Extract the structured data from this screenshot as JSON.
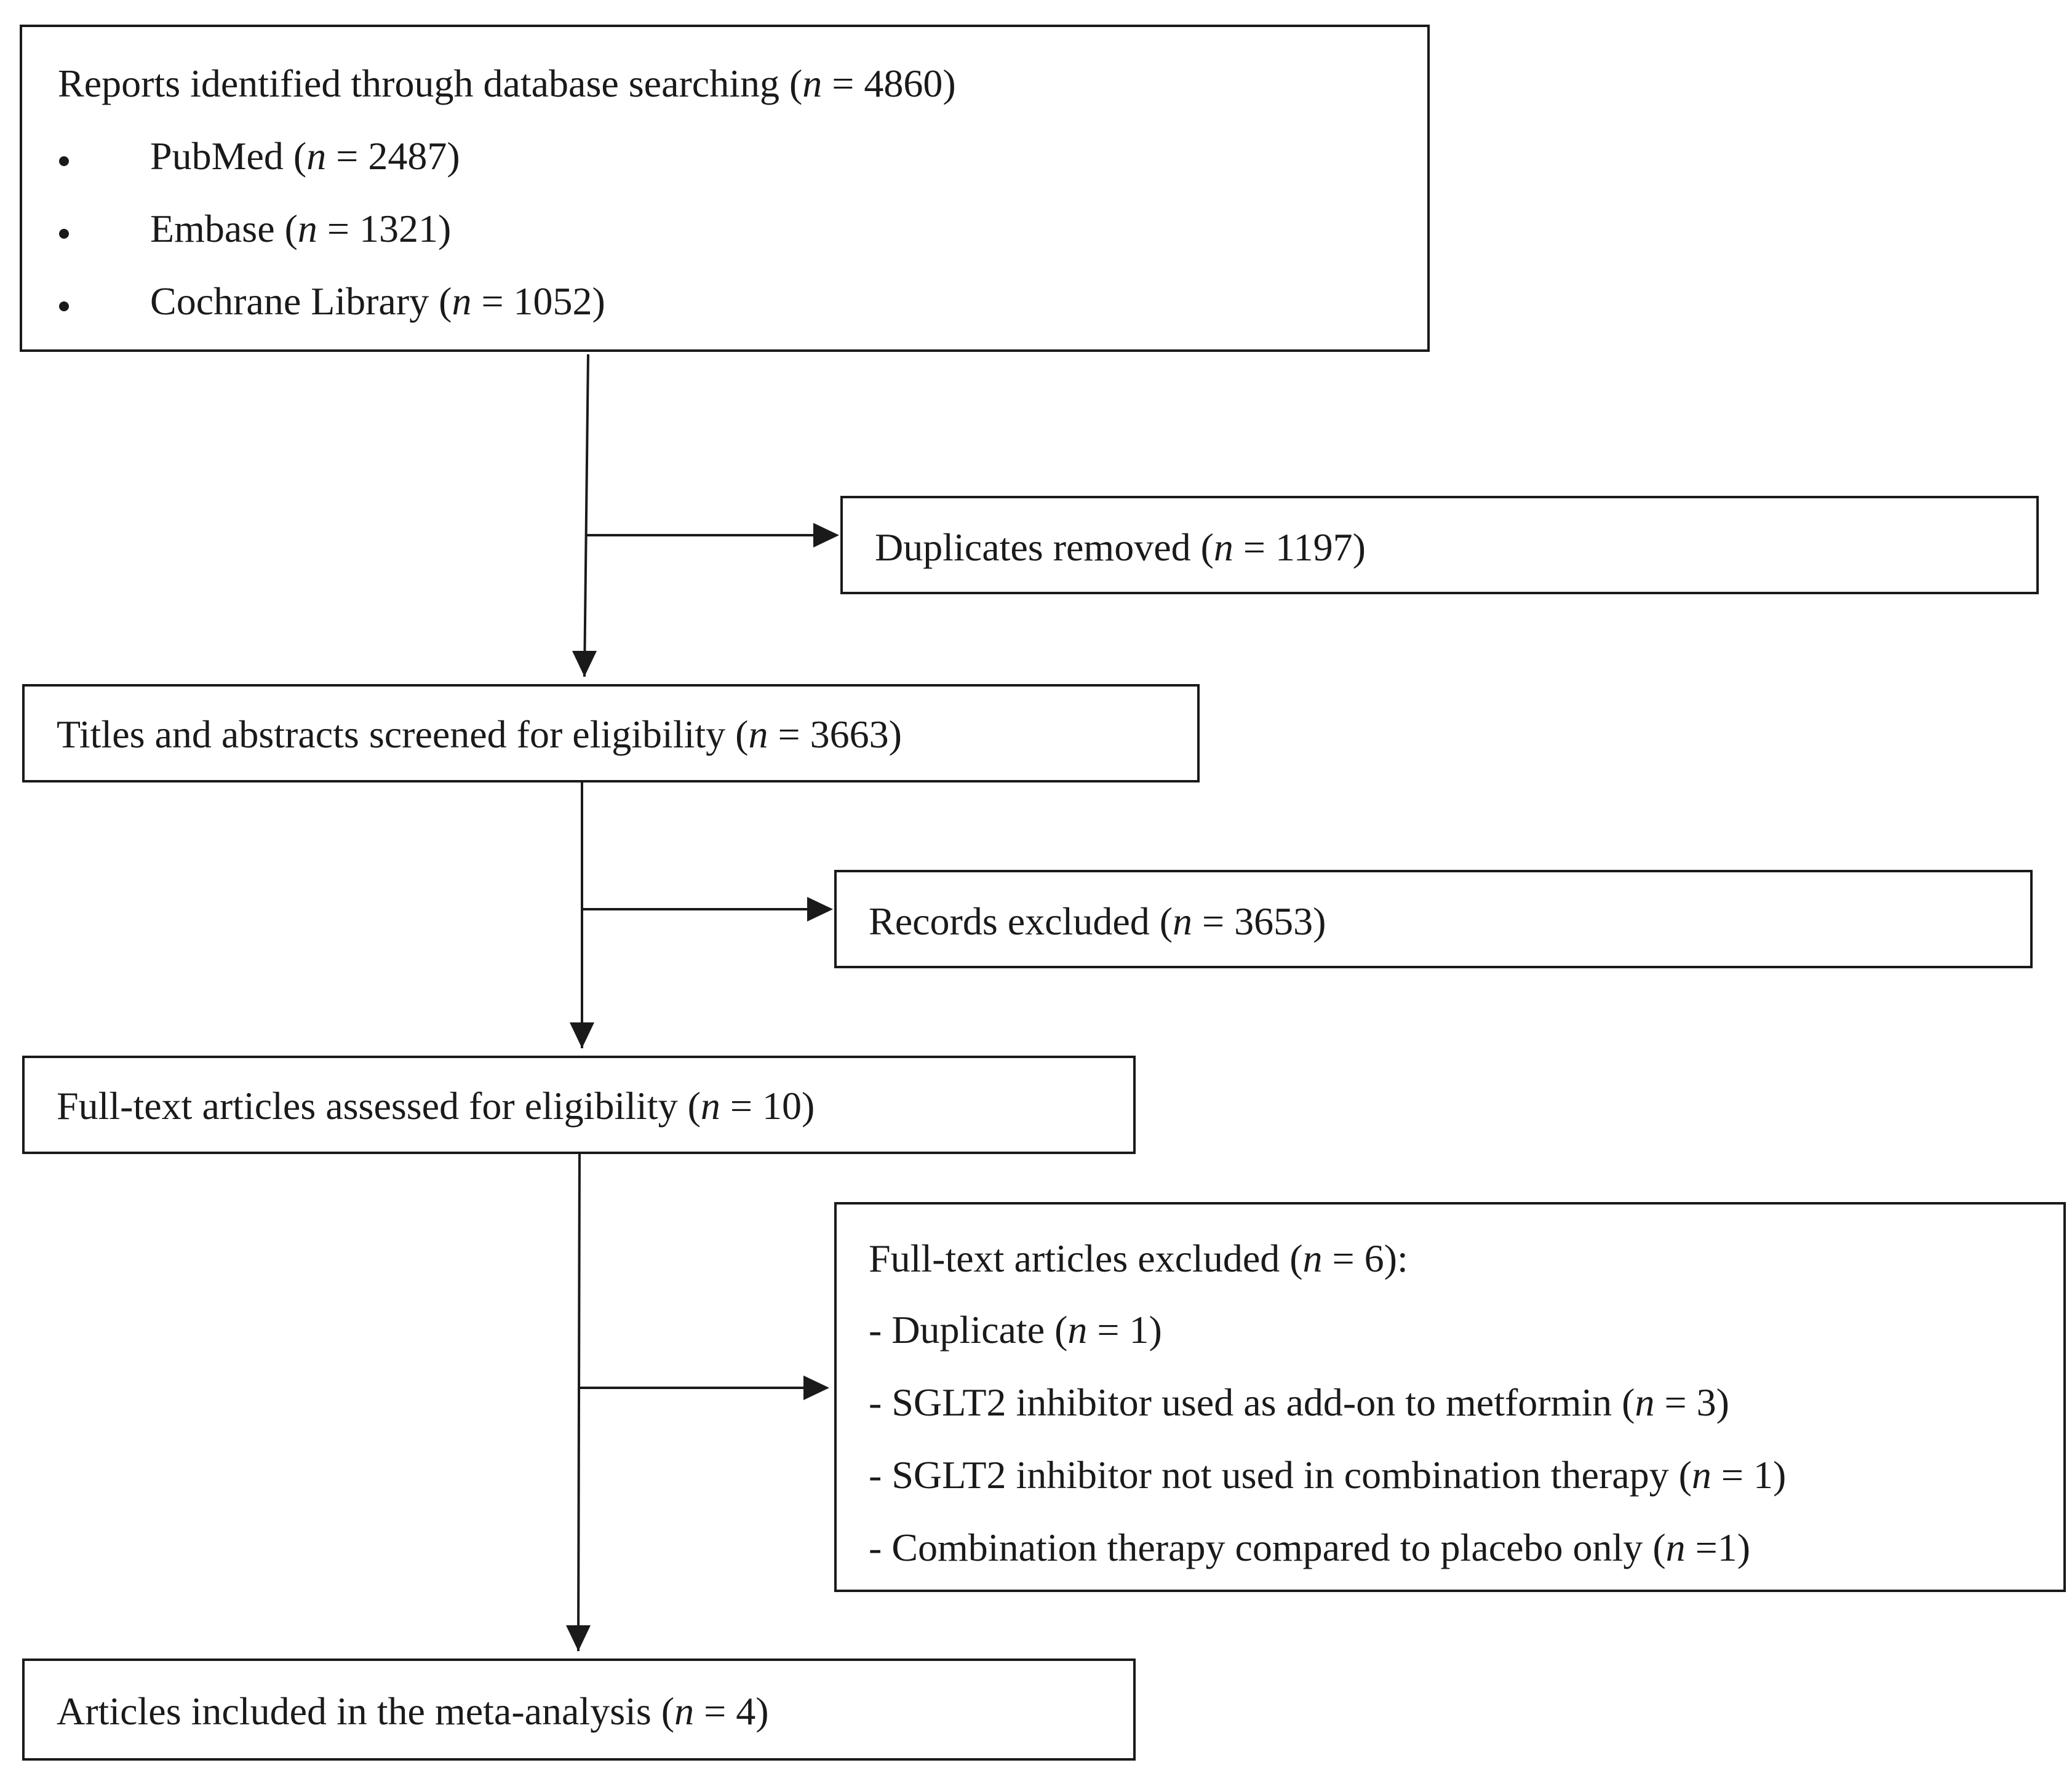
{
  "identification": {
    "label": "Reports identified through database searching",
    "n": "4860",
    "sources": [
      {
        "name": "PubMed",
        "n": "2487"
      },
      {
        "name": "Embase",
        "n": "1321"
      },
      {
        "name": "Cochrane Library",
        "n": "1052"
      }
    ]
  },
  "duplicates": {
    "label": "Duplicates removed",
    "n": "1197"
  },
  "screening": {
    "label": "Titles and abstracts screened for eligibility",
    "n": "3663"
  },
  "excluded_records": {
    "label": "Records excluded",
    "n": "3653"
  },
  "eligibility": {
    "label": "Full-text articles assessed for eligibility",
    "n": "10"
  },
  "excluded_fulltext": {
    "label": "Full-text articles excluded",
    "n": "6",
    "reasons": [
      {
        "label": "- Duplicate",
        "n": "1"
      },
      {
        "label": "- SGLT2 inhibitor used as add-on to metformin",
        "n": "3"
      },
      {
        "label": "- SGLT2 inhibitor not used in combination therapy",
        "n": "1"
      },
      {
        "label": "- Combination therapy compared to placebo only",
        "n": "1"
      }
    ]
  },
  "included": {
    "label": "Articles included in the meta-analysis",
    "n": "4"
  }
}
